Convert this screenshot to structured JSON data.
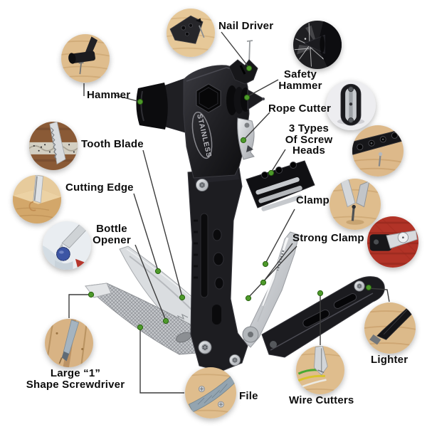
{
  "page": {
    "background": "#ffffff"
  },
  "product": {
    "engraving": "STAINLESS",
    "accent_dot_color": "#4e9a2b",
    "leader_line_color": "#3c3c3c",
    "label_color": "#0d0d0d"
  },
  "callouts": {
    "hammer": {
      "label": "Hammer"
    },
    "nail_driver": {
      "label": "Nail Driver"
    },
    "safety_hammer": {
      "label": "Safety\nHammer"
    },
    "rope_cutter": {
      "label": "Rope Cutter"
    },
    "screw_heads": {
      "label": "3 Types\nOf Screw Heads"
    },
    "tooth_blade": {
      "label": "Tooth Blade"
    },
    "cutting_edge": {
      "label": "Cutting Edge"
    },
    "bottle_opener": {
      "label": "Bottle\nOpener"
    },
    "clamp": {
      "label": "Clamp"
    },
    "strong_clamp": {
      "label": "Strong Clamp"
    },
    "lighter": {
      "label": "Lighter"
    },
    "wire_cutters": {
      "label": "Wire Cutters"
    },
    "file": {
      "label": "File"
    },
    "large_screwdriver": {
      "label": "Large “1”\nShape Screwdriver"
    }
  },
  "insets": [
    {
      "id": "hammer",
      "depicts": "hammer head driving nail into wood"
    },
    {
      "id": "nail_driver",
      "depicts": "flat tool claw pulling nail from board"
    },
    {
      "id": "safety_hammer",
      "depicts": "cone tip shattering glass"
    },
    {
      "id": "rope_cutter",
      "depicts": "folded multi-tool closed"
    },
    {
      "id": "screw_heads",
      "depicts": "tool edge with three screw bit heads over wood"
    },
    {
      "id": "clamp",
      "depicts": "plier jaws gripping screw"
    },
    {
      "id": "strong_clamp",
      "depicts": "clamp tool on red strap"
    },
    {
      "id": "lighter",
      "depicts": "black striker rod on wood"
    },
    {
      "id": "wire_cutters",
      "depicts": "plier tips cutting colored wires"
    },
    {
      "id": "file",
      "depicts": "file blade over screws on wood"
    },
    {
      "id": "large_screwdriver",
      "depicts": "flat screwdriver tip in plank gap"
    },
    {
      "id": "bottle_opener",
      "depicts": "opener lifting blue bottle cap"
    },
    {
      "id": "cutting_edge",
      "depicts": "knife blade shaving wood block"
    },
    {
      "id": "tooth_blade",
      "depicts": "serrated blade sawing rope"
    }
  ]
}
